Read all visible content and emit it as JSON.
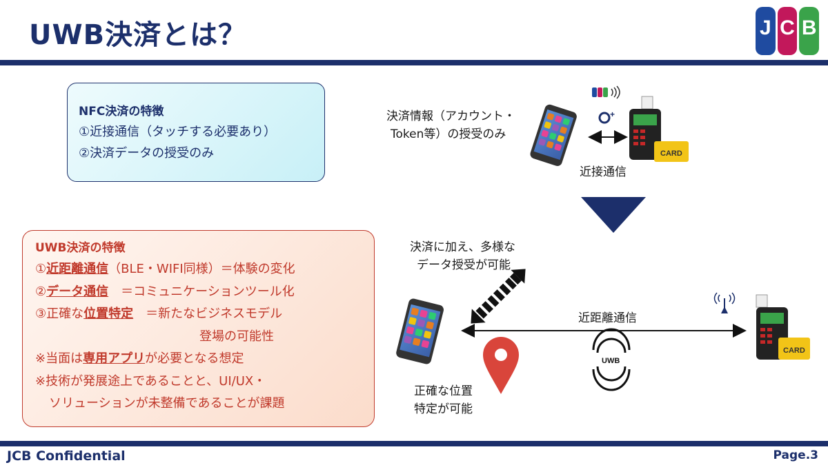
{
  "header": {
    "title": "UWB決済とは？"
  },
  "logo": {
    "text": "JCB",
    "colors": [
      "#1f4ba0",
      "#c2185b",
      "#3aa34a"
    ]
  },
  "nfc": {
    "heading": "NFC決済の特徴",
    "lines": [
      "①近接通信（タッチする必要あり）",
      "②決済データの授受のみ"
    ]
  },
  "uwb": {
    "heading": "UWB決済の特徴",
    "item1": {
      "num": "①",
      "em": "近距離通信",
      "rest": "（BLE・WIFI同様）＝体験の変化"
    },
    "item2": {
      "num": "②",
      "em": "データ通信",
      "rest": "　＝コミュニケーションツール化"
    },
    "item3": {
      "pre": "③正確な",
      "em": "位置特定",
      "rest": "　＝新たなビジネスモデル"
    },
    "item3_cont": "登場の可能性",
    "note1": {
      "pre": "※当面は",
      "em": "専用アプリ",
      "rest": "が必要となる想定"
    },
    "note2": "※技術が発展途上であることと、UI/UX・",
    "note3": "ソリューションが未整備であることが課題"
  },
  "diagram_top": {
    "label_line1": "決済情報（アカウント・",
    "label_line2": "Token等）の授受のみ",
    "proximity_label": "近接通信",
    "card_text": "CARD"
  },
  "diagram_bottom": {
    "data_label_line1": "決済に加え、多様な",
    "data_label_line2": "データ授受が可能",
    "distance_label": "近距離通信",
    "location_label_line1": "正確な位置",
    "location_label_line2": "特定が可能",
    "uwb_icon_text": "UWB",
    "card_text": "CARD"
  },
  "colors": {
    "navy": "#1c2f6b",
    "red": "#c0392b",
    "pin": "#d9453b",
    "card": "#f2c417"
  },
  "footer": {
    "left": "JCB Confidential",
    "right": "Page.3"
  }
}
